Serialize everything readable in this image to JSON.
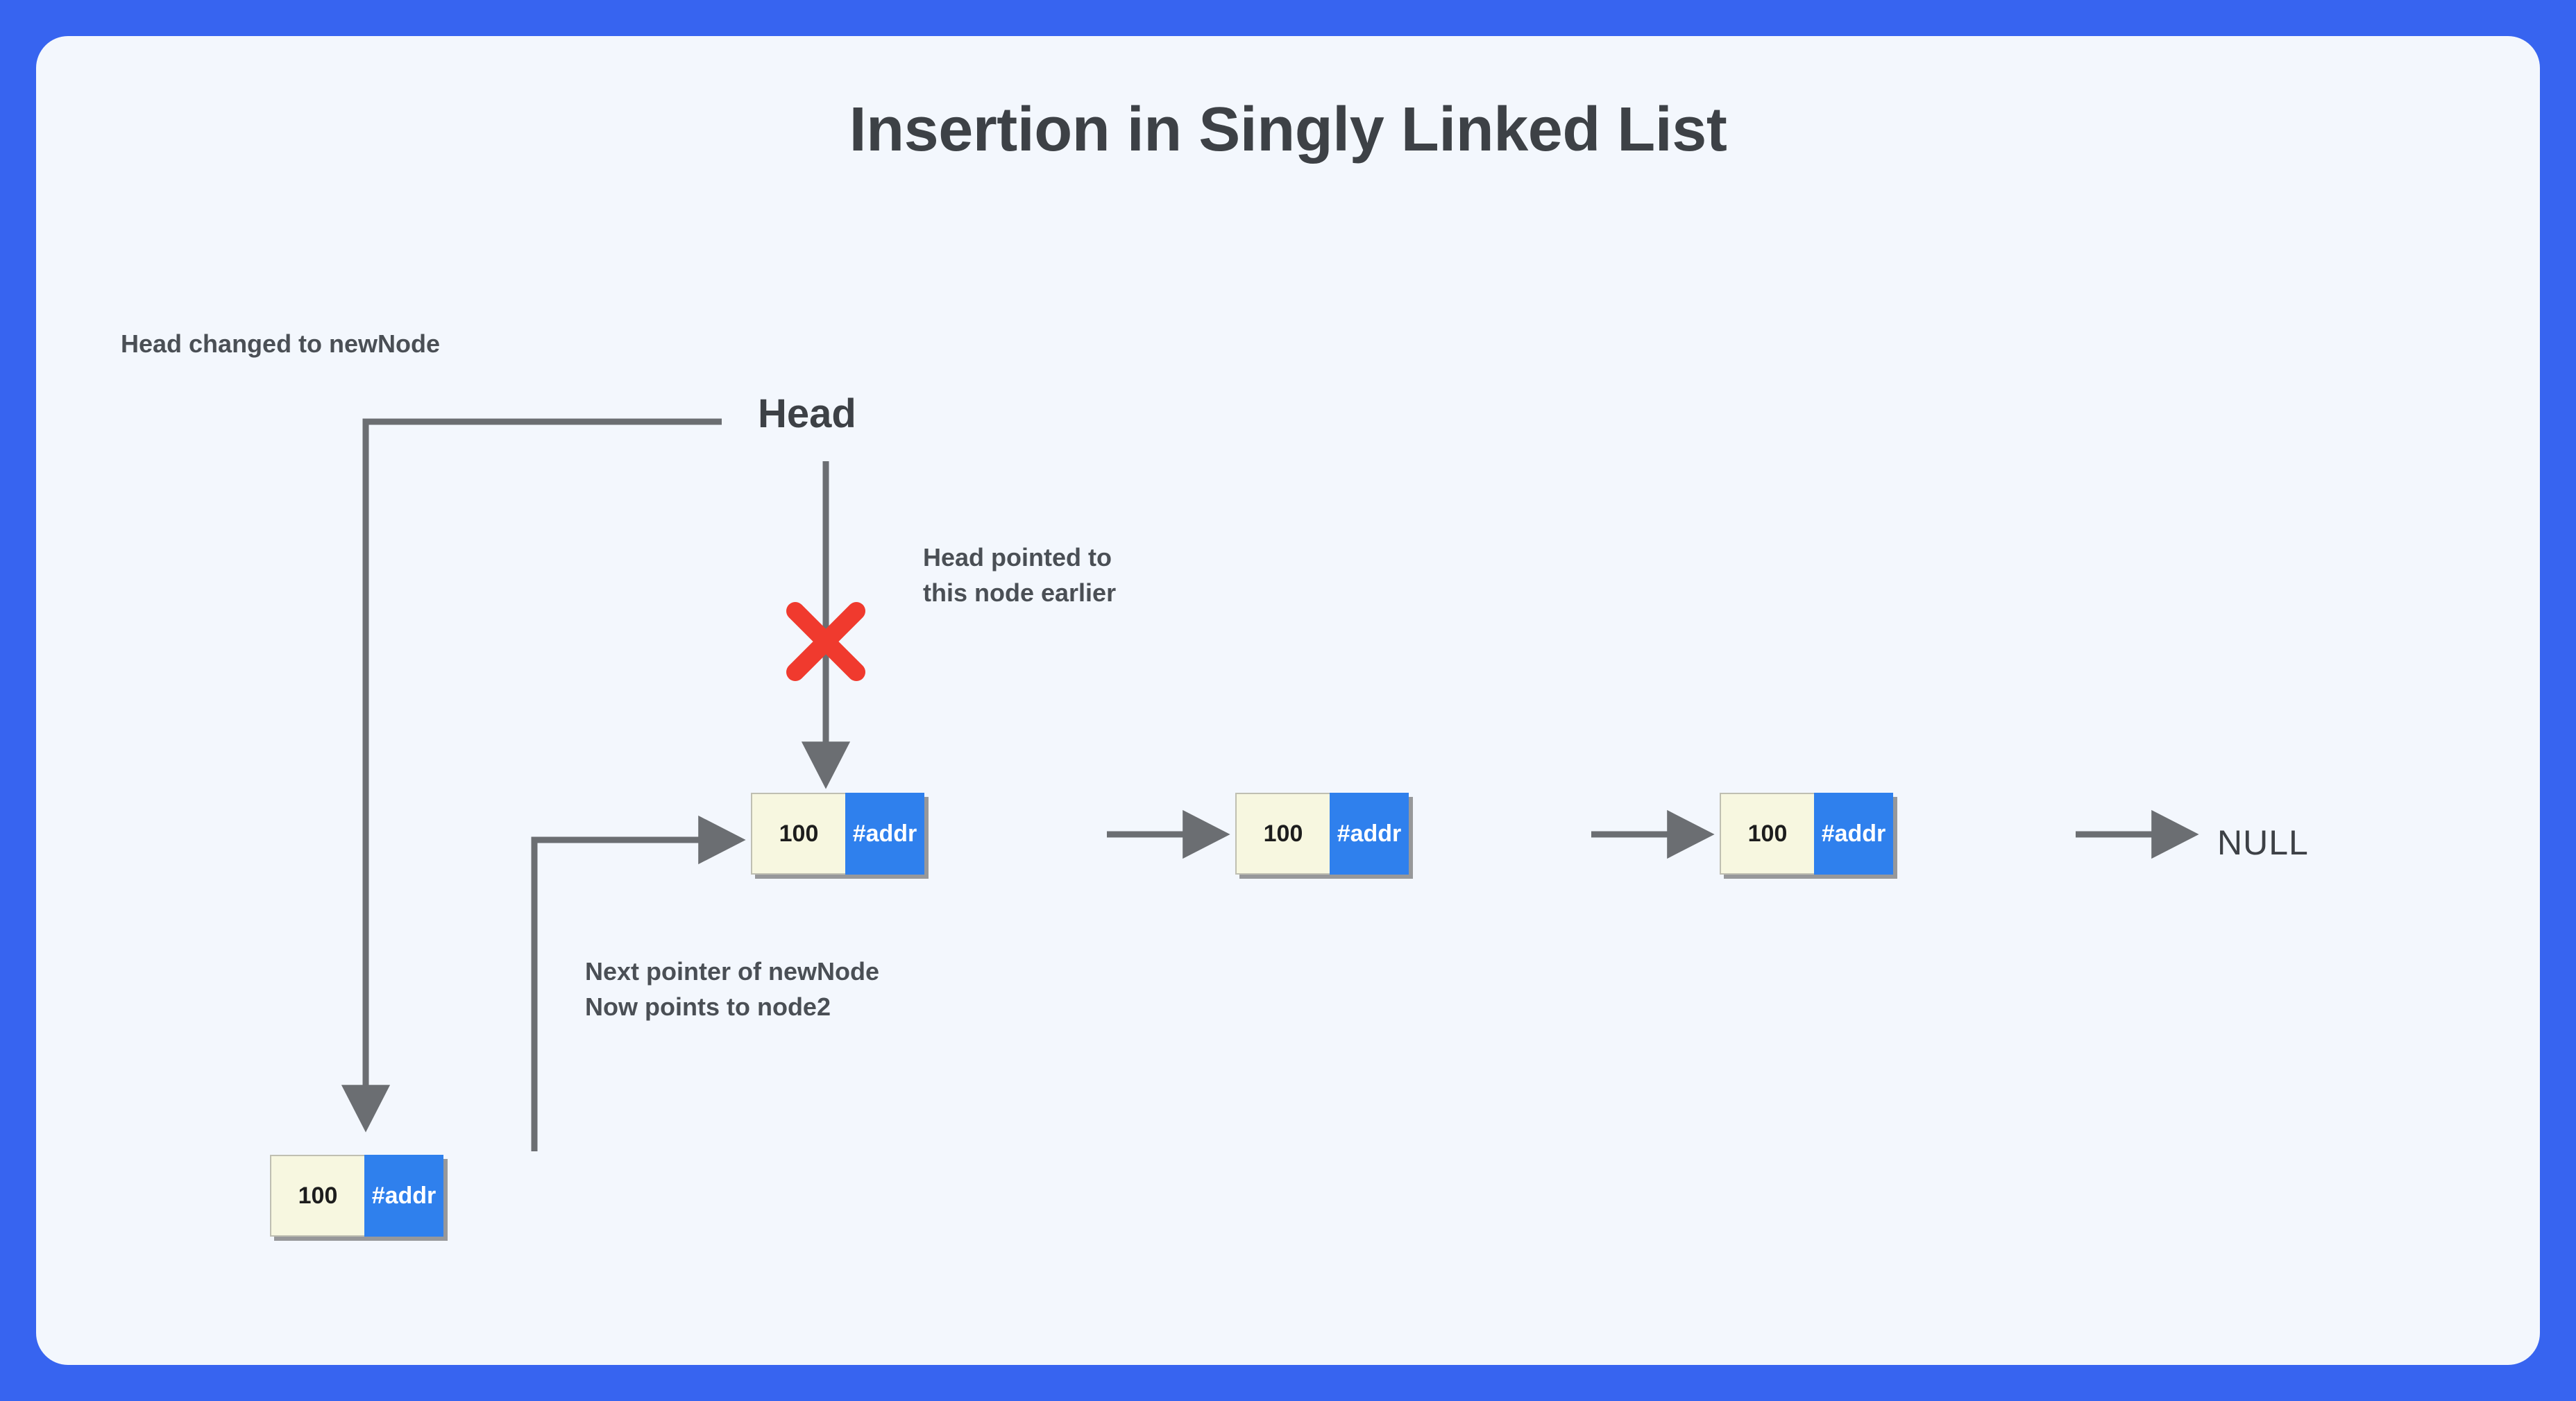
{
  "frame": {
    "border_color": "#3764f0",
    "panel_color": "#f3f7fd"
  },
  "title": "Insertion in Singly Linked List",
  "labels": {
    "head": "Head",
    "null": "NULL"
  },
  "annotations": {
    "head_changed": "Head changed to newNode",
    "head_pointed_line1": "Head pointed to",
    "head_pointed_line2": "this node earlier",
    "next_pointer_line1": "Next pointer of newNode",
    "next_pointer_line2": "Now points to node2"
  },
  "colors": {
    "data_cell": "#f7f7e0",
    "addr_cell": "#2f80ed",
    "arrow": "#6b6e72",
    "cross": "#f03a2e",
    "text": "#3d4146"
  },
  "nodes": [
    {
      "id": "node1",
      "data": "100",
      "addr": "#addr"
    },
    {
      "id": "node2",
      "data": "100",
      "addr": "#addr"
    },
    {
      "id": "node3",
      "data": "100",
      "addr": "#addr"
    },
    {
      "id": "newnode",
      "data": "100",
      "addr": "#addr"
    }
  ],
  "diagram": {
    "type": "singly-linked-list-insertion-at-head",
    "chain": [
      "node1",
      "node2",
      "node3",
      "NULL"
    ],
    "new_node_inserted": "newnode",
    "head_now_points_to": "newnode",
    "head_previously_pointed_to": "node1",
    "broken_link_marker": "x-cross"
  }
}
